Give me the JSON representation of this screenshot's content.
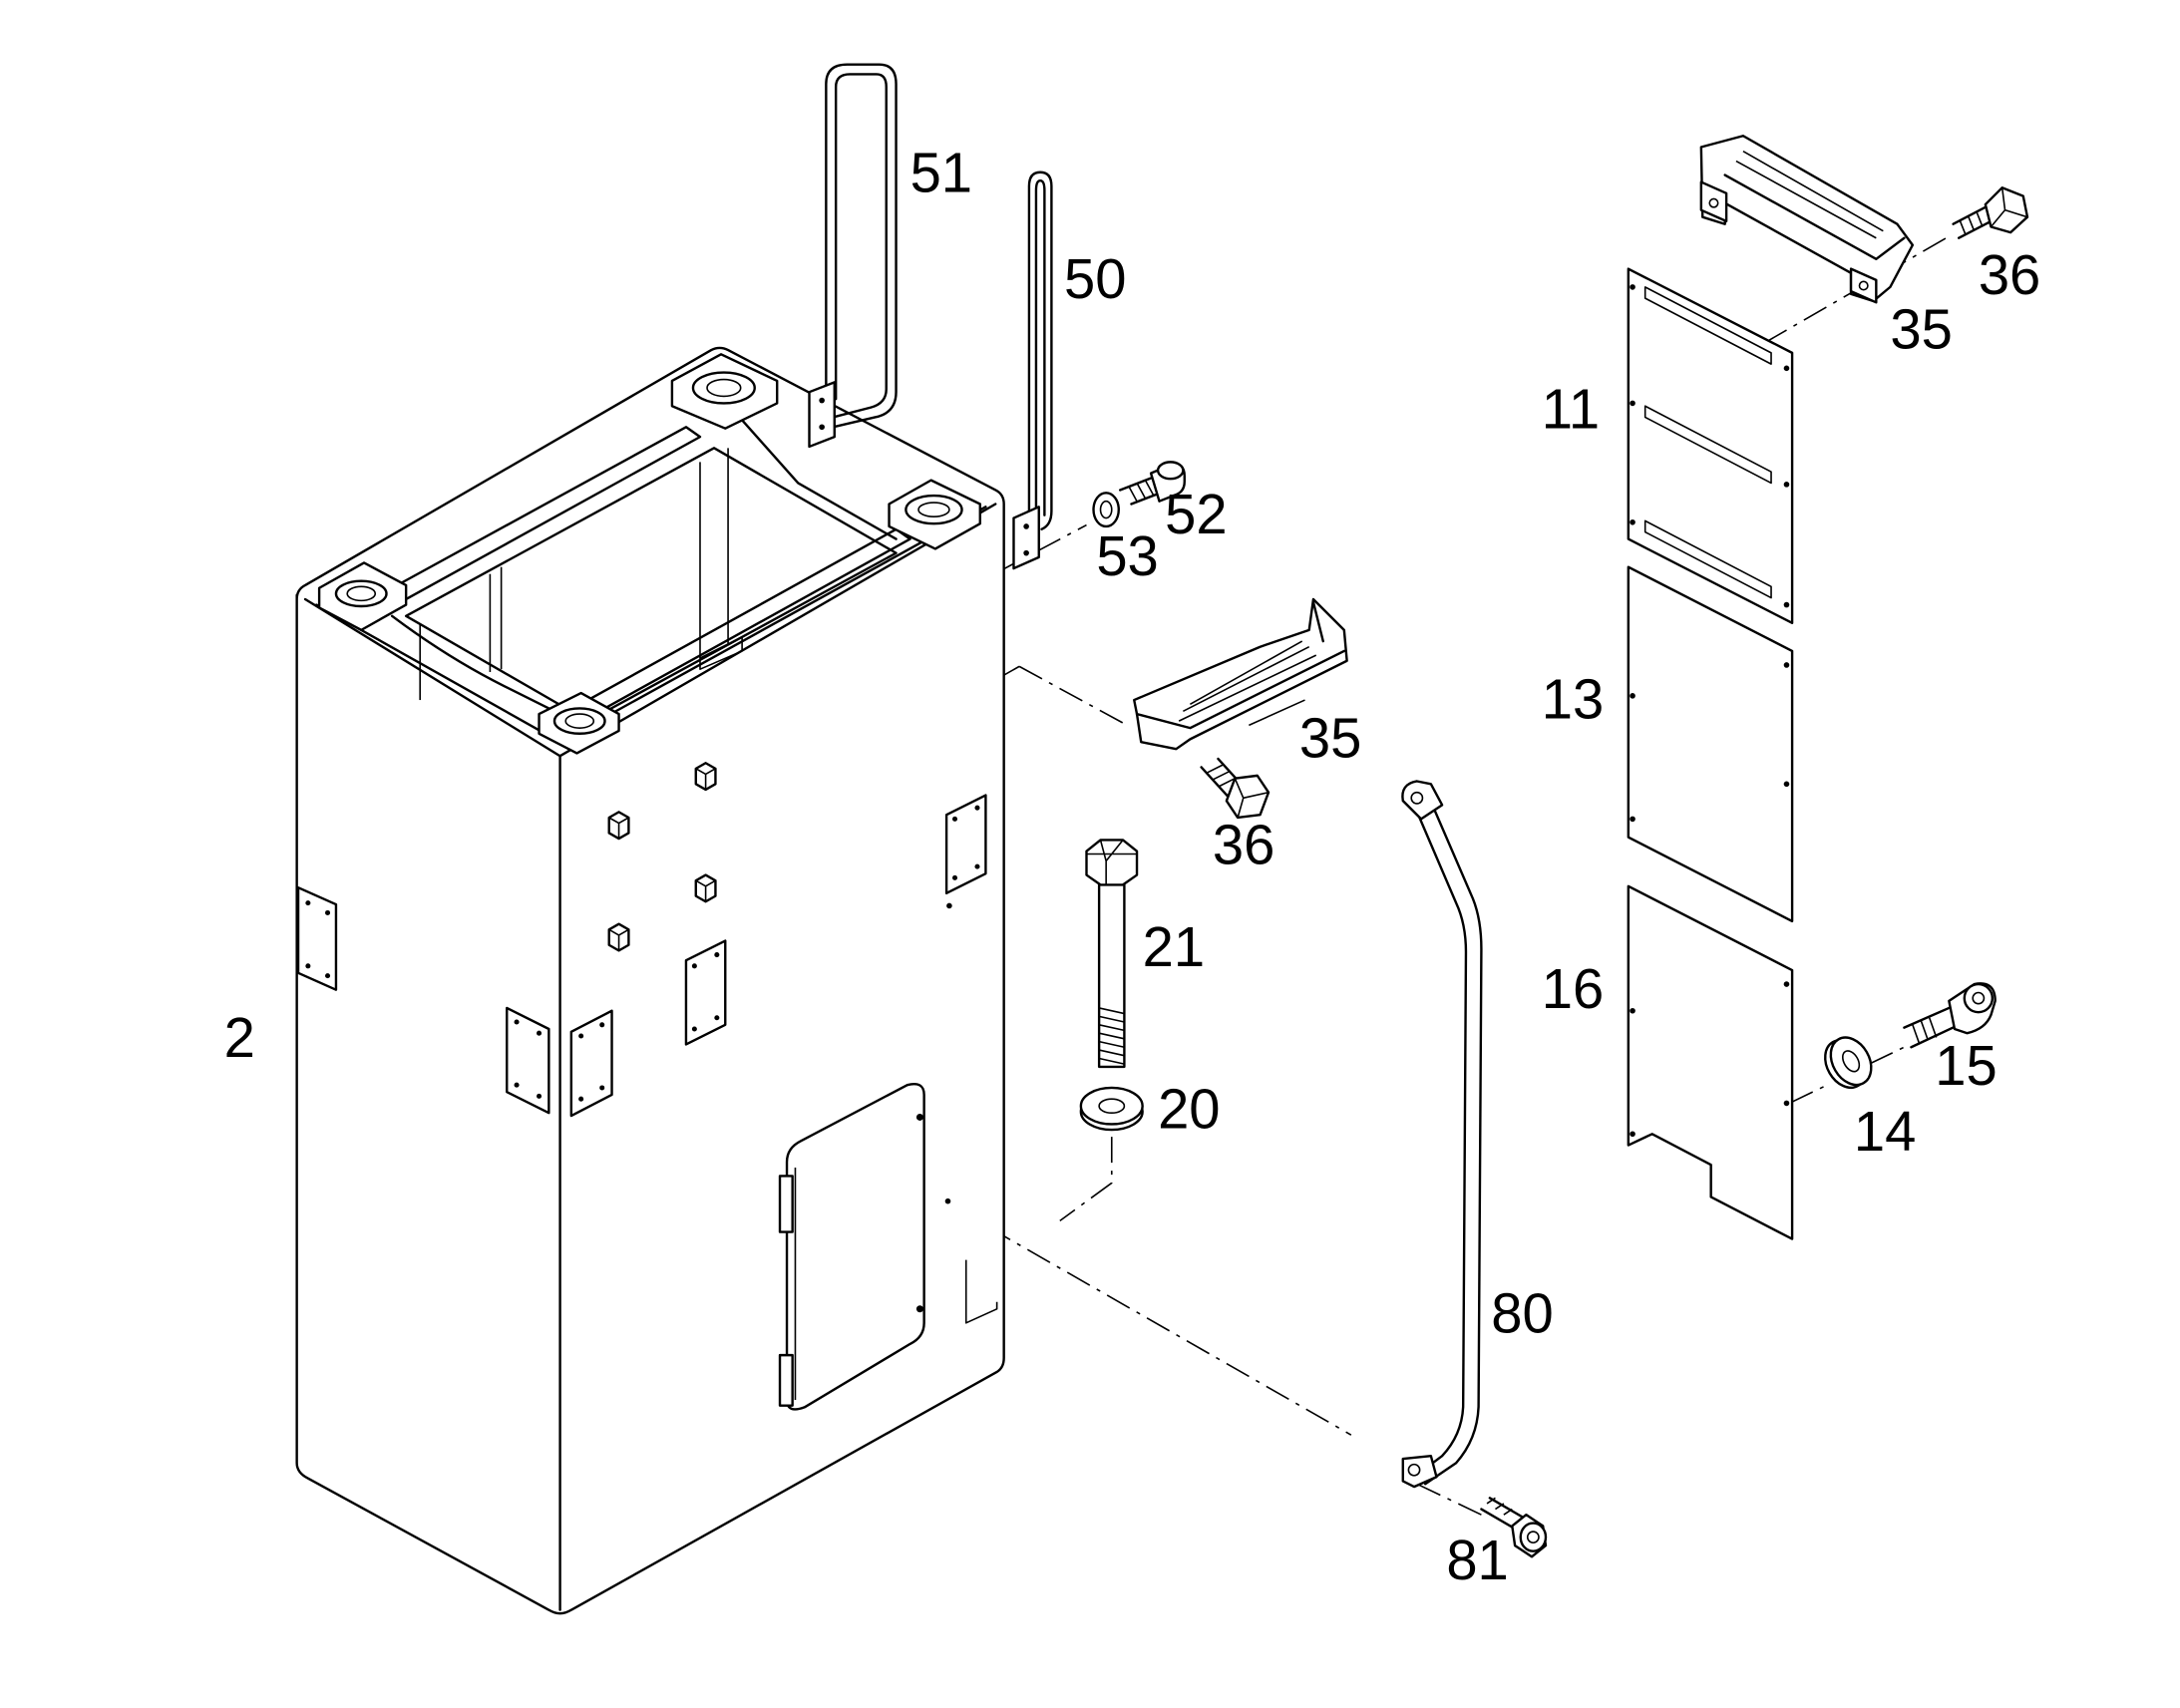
{
  "callouts": {
    "c2": "2",
    "c11": "11",
    "c13": "13",
    "c14": "14",
    "c15": "15",
    "c16": "16",
    "c20": "20",
    "c21": "21",
    "c35a": "35",
    "c35b": "35",
    "c36a": "36",
    "c36b": "36",
    "c50": "50",
    "c51": "51",
    "c52": "52",
    "c53": "53",
    "c80": "80",
    "c81": "81"
  },
  "colors": {
    "line": "#000000",
    "background": "#ffffff"
  }
}
